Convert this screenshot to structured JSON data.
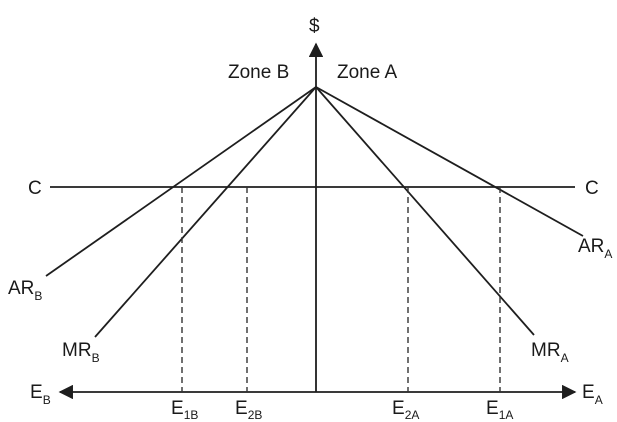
{
  "axis": {
    "dollar": "$",
    "left_axis": "E",
    "left_axis_sub": "B",
    "right_axis": "E",
    "right_axis_sub": "A"
  },
  "zones": {
    "left": "Zone B",
    "right": "Zone A"
  },
  "cost_line": {
    "left_label": "C",
    "right_label": "C"
  },
  "curves": {
    "ar_b": {
      "main": "AR",
      "sub": "B"
    },
    "mr_b": {
      "main": "MR",
      "sub": "B"
    },
    "ar_a": {
      "main": "AR",
      "sub": "A"
    },
    "mr_a": {
      "main": "MR",
      "sub": "A"
    }
  },
  "equilibria": {
    "e1b": {
      "main": "E",
      "sub": "1B"
    },
    "e2b": {
      "main": "E",
      "sub": "2B"
    },
    "e2a": {
      "main": "E",
      "sub": "2A"
    },
    "e1a": {
      "main": "E",
      "sub": "1A"
    }
  }
}
